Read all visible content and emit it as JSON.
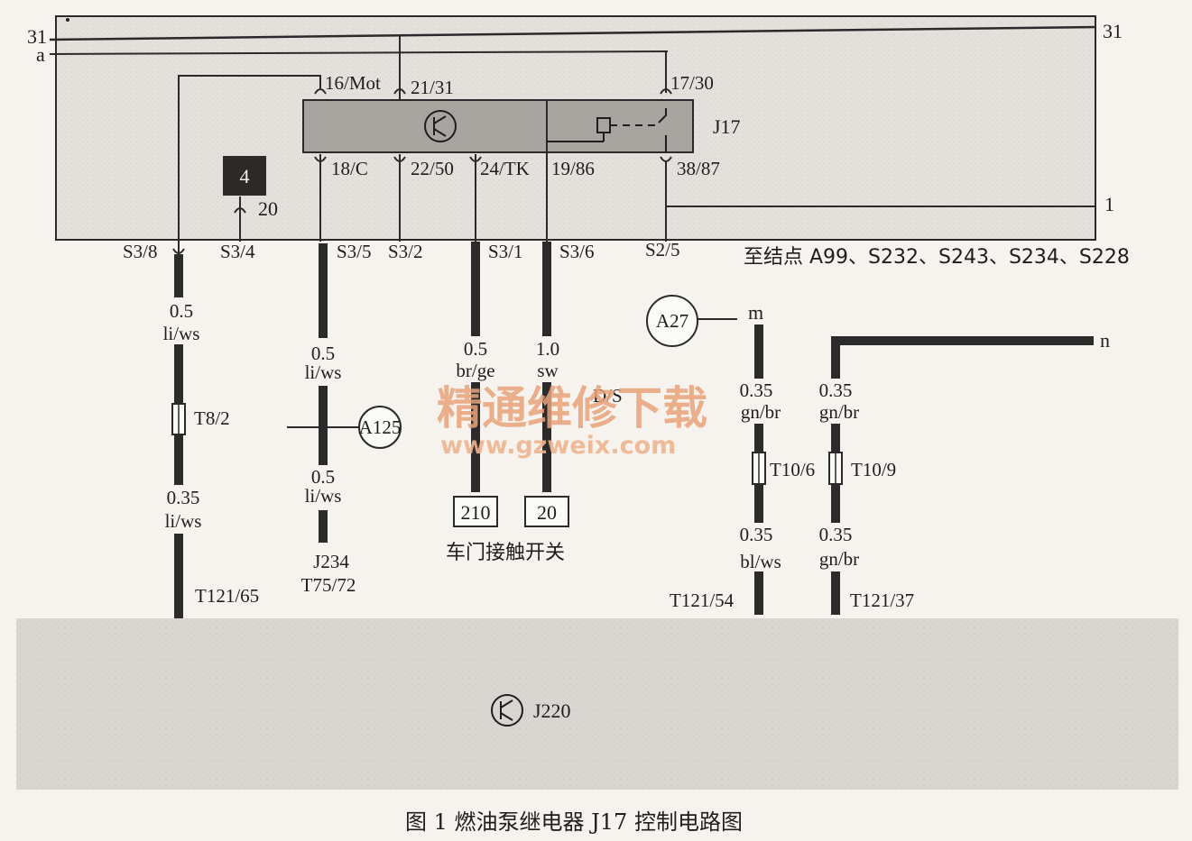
{
  "bus": {
    "left_31": "31",
    "left_a": "a",
    "right_31": "31",
    "right_1": "1"
  },
  "relay": {
    "name": "J17",
    "pins_top": [
      "16/Mot",
      "21/31",
      "17/30"
    ],
    "pins_bottom": [
      "18/C",
      "22/50",
      "24/TK",
      "19/86",
      "38/87"
    ]
  },
  "fuse_box": {
    "number": "4",
    "pin": "20"
  },
  "connectors": [
    "S3/8",
    "S3/4",
    "S3/5",
    "S3/2",
    "S3/1",
    "S3/6",
    "S2/5"
  ],
  "junction_note": "至结点 A99、S232、S243、S234、S228",
  "wires": {
    "w1": {
      "top_gauge": "0.5",
      "top_color": "li/ws",
      "connector": "T8/2",
      "bot_gauge": "0.35",
      "bot_color": "li/ws",
      "end": "T121/65"
    },
    "w2": {
      "top_gauge": "0.5",
      "top_color": "li/ws",
      "splice": "A125",
      "bot_gauge": "0.5",
      "bot_color": "li/ws",
      "end1": "J234",
      "end2": "T75/72"
    },
    "w3": {
      "gauge": "0.5",
      "color": "br/ge",
      "end": "210"
    },
    "w4": {
      "gauge": "1.0",
      "color": "sw",
      "end": "20",
      "overlap": "D/S"
    },
    "w5": {
      "from": "A27",
      "tag": "m",
      "top_gauge": "0.35",
      "top_color": "gn/br",
      "connector": "T10/6",
      "bot_gauge": "0.35",
      "bot_color": "bl/ws",
      "end": "T121/54"
    },
    "w6": {
      "tag": "n",
      "top_gauge": "0.35",
      "top_color": "gn/br",
      "connector": "T10/9",
      "bot_gauge": "0.35",
      "bot_color": "gn/br",
      "end": "T121/37"
    }
  },
  "door_switch_label": "车门接触开关",
  "control_unit": "J220",
  "watermark": {
    "cn": "精通维修下载",
    "url": "www.gzweix.com"
  },
  "caption": "图 1   燃油泵继电器 J17 控制电路图"
}
